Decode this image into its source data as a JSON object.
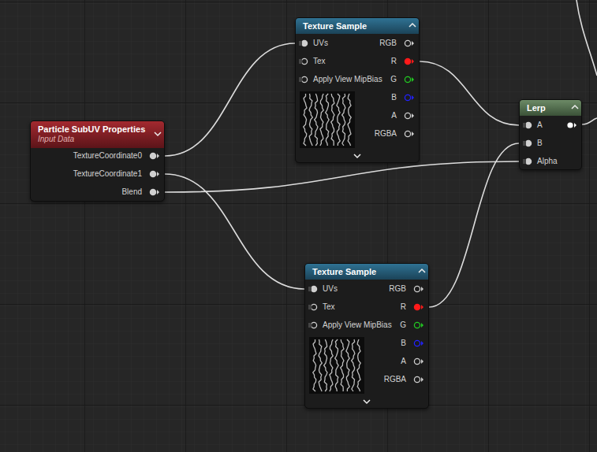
{
  "diagram": {
    "nodes": [
      {
        "text": [
          "Particle SubUV Properties",
          "Input Data",
          "TextureCoordinate0",
          "TextureCoordinate1",
          "Blend"
        ]
      },
      {
        "text": [
          "Texture Sample",
          "UVs",
          "Tex",
          "Apply View MipBias",
          "RGB",
          "R",
          "G",
          "B",
          "A",
          "RGBA"
        ]
      },
      {
        "text": [
          "Lerp",
          "A",
          "B",
          "Alpha"
        ]
      },
      {
        "text": [
          "Texture Sample",
          "UVs",
          "Tex",
          "Apply View MipBias",
          "RGB",
          "R",
          "G",
          "B",
          "A",
          "RGBA"
        ]
      }
    ],
    "edges": [
      {
        "from": 0,
        "to": 1,
        "arrow": "none"
      },
      {
        "from": 0,
        "to": 3,
        "arrow": "none"
      },
      {
        "from": 0,
        "to": 2,
        "arrow": "none"
      },
      {
        "from": 1,
        "to": 2,
        "arrow": "none"
      },
      {
        "from": 3,
        "to": 2,
        "arrow": "none"
      }
    ]
  }
}
